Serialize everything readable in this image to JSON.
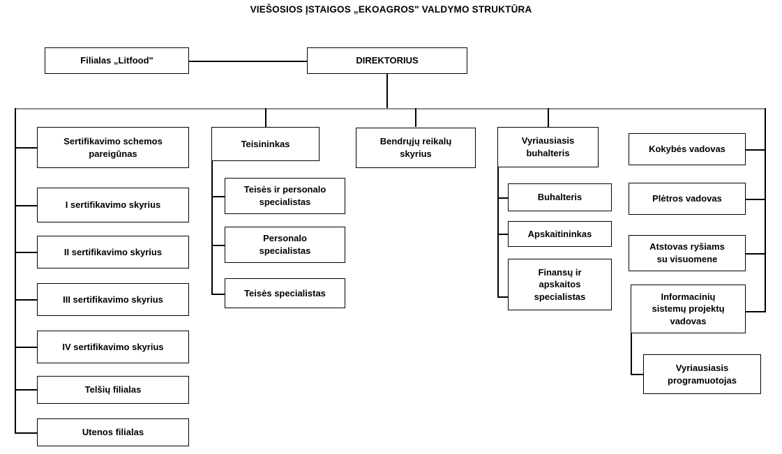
{
  "title": "VIEŠOSIOS ĮSTAIGOS „EKOAGROS\" VALDYMO STRUKTŪRA",
  "colors": {
    "box_border": "#000000",
    "text": "#000000",
    "background": "#ffffff",
    "bus_line": "#8a8a8a",
    "connector": "#000000"
  },
  "chart_data": {
    "type": "diagram",
    "diagram_type": "organizational-chart",
    "title": "VIEŠOSIOS ĮSTAIGOS „EKOAGROS\" VALDYMO STRUKTŪRA",
    "root": "DIREKTORIUS",
    "nodes": [
      {
        "id": "litfood",
        "label": "Filialas „Litfood\"",
        "level": 1
      },
      {
        "id": "direktorius",
        "label": "DIREKTORIUS",
        "level": 0
      },
      {
        "id": "sertifikavimo-schemos",
        "label": "Sertifikavimo schemos pareigūnas",
        "level": 2
      },
      {
        "id": "sert-1",
        "label": "I sertifikavimo skyrius",
        "level": 2
      },
      {
        "id": "sert-2",
        "label": "II sertifikavimo skyrius",
        "level": 2
      },
      {
        "id": "sert-3",
        "label": "III sertifikavimo skyrius",
        "level": 2
      },
      {
        "id": "sert-4",
        "label": "IV sertifikavimo skyrius",
        "level": 2
      },
      {
        "id": "telsiu",
        "label": "Telšių filialas",
        "level": 2
      },
      {
        "id": "utenos",
        "label": "Utenos filialas",
        "level": 2
      },
      {
        "id": "teisininkas",
        "label": "Teisininkas",
        "level": 2
      },
      {
        "id": "teises-personalo",
        "label": "Teisės ir personalo specialistas",
        "level": 3
      },
      {
        "id": "personalo",
        "label": "Personalo specialistas",
        "level": 3
      },
      {
        "id": "teises-spec",
        "label": "Teisės specialistas",
        "level": 3
      },
      {
        "id": "bendruju",
        "label": "Bendrųjų reikalų skyrius",
        "level": 2
      },
      {
        "id": "vyr-buhalteris",
        "label": "Vyriausiasis buhalteris",
        "level": 2
      },
      {
        "id": "buhalteris",
        "label": "Buhalteris",
        "level": 3
      },
      {
        "id": "apskaitininkas",
        "label": "Apskaitininkas",
        "level": 3
      },
      {
        "id": "finansu",
        "label": "Finansų ir apskaitos specialistas",
        "level": 3
      },
      {
        "id": "kokybes",
        "label": "Kokybės vadovas",
        "level": 2
      },
      {
        "id": "pletros",
        "label": "Plėtros vadovas",
        "level": 2
      },
      {
        "id": "atstovas",
        "label": "Atstovas ryšiams su visuomene",
        "level": 2
      },
      {
        "id": "informaciniu",
        "label": "Informacinių sistemų projektų vadovas",
        "level": 2
      },
      {
        "id": "programuotojas",
        "label": "Vyriausiasis programuotojas",
        "level": 3
      }
    ],
    "edges": [
      {
        "from": "direktorius",
        "to": "litfood"
      },
      {
        "from": "direktorius",
        "to": "sertifikavimo-schemos"
      },
      {
        "from": "direktorius",
        "to": "sert-1"
      },
      {
        "from": "direktorius",
        "to": "sert-2"
      },
      {
        "from": "direktorius",
        "to": "sert-3"
      },
      {
        "from": "direktorius",
        "to": "sert-4"
      },
      {
        "from": "direktorius",
        "to": "telsiu"
      },
      {
        "from": "direktorius",
        "to": "utenos"
      },
      {
        "from": "direktorius",
        "to": "teisininkas"
      },
      {
        "from": "direktorius",
        "to": "bendruju"
      },
      {
        "from": "direktorius",
        "to": "vyr-buhalteris"
      },
      {
        "from": "direktorius",
        "to": "kokybes"
      },
      {
        "from": "direktorius",
        "to": "pletros"
      },
      {
        "from": "direktorius",
        "to": "atstovas"
      },
      {
        "from": "direktorius",
        "to": "informaciniu"
      },
      {
        "from": "teisininkas",
        "to": "teises-personalo"
      },
      {
        "from": "teisininkas",
        "to": "personalo"
      },
      {
        "from": "teisininkas",
        "to": "teises-spec"
      },
      {
        "from": "vyr-buhalteris",
        "to": "buhalteris"
      },
      {
        "from": "vyr-buhalteris",
        "to": "apskaitininkas"
      },
      {
        "from": "vyr-buhalteris",
        "to": "finansu"
      },
      {
        "from": "informaciniu",
        "to": "programuotojas"
      }
    ]
  },
  "boxes": {
    "litfood": {
      "label": "Filialas „Litfood\""
    },
    "direktorius": {
      "label": "DIREKTORIUS"
    },
    "sertifikavimo_schemos": {
      "line1": "Sertifikavimo schemos",
      "line2": "pareigūnas"
    },
    "sert1": {
      "label": "I sertifikavimo skyrius"
    },
    "sert2": {
      "label": "II sertifikavimo skyrius"
    },
    "sert3": {
      "label": "III sertifikavimo skyrius"
    },
    "sert4": {
      "label": "IV sertifikavimo skyrius"
    },
    "telsiu": {
      "label": "Telšių filialas"
    },
    "utenos": {
      "label": "Utenos filialas"
    },
    "teisininkas": {
      "label": "Teisininkas"
    },
    "teises_personalo": {
      "line1": "Teisės ir personalo",
      "line2": "specialistas"
    },
    "personalo": {
      "line1": "Personalo",
      "line2": "specialistas"
    },
    "teises_spec": {
      "label": "Teisės specialistas"
    },
    "bendruju": {
      "line1": "Bendrųjų reikalų",
      "line2": "skyrius"
    },
    "vyr_buhalteris": {
      "line1": "Vyriausiasis",
      "line2": "buhalteris"
    },
    "buhalteris": {
      "label": "Buhalteris"
    },
    "apskaitininkas": {
      "label": "Apskaitininkas"
    },
    "finansu": {
      "line1": "Finansų ir",
      "line2": "apskaitos",
      "line3": "specialistas"
    },
    "kokybes": {
      "label": "Kokybės vadovas"
    },
    "pletros": {
      "label": "Plėtros vadovas"
    },
    "atstovas": {
      "line1": "Atstovas ryšiams",
      "line2": "su visuomene"
    },
    "informaciniu": {
      "line1": "Informacinių",
      "line2": "sistemų projektų",
      "line3": "vadovas"
    },
    "programuotojas": {
      "line1": "Vyriausiasis",
      "line2": "programuotojas"
    }
  }
}
